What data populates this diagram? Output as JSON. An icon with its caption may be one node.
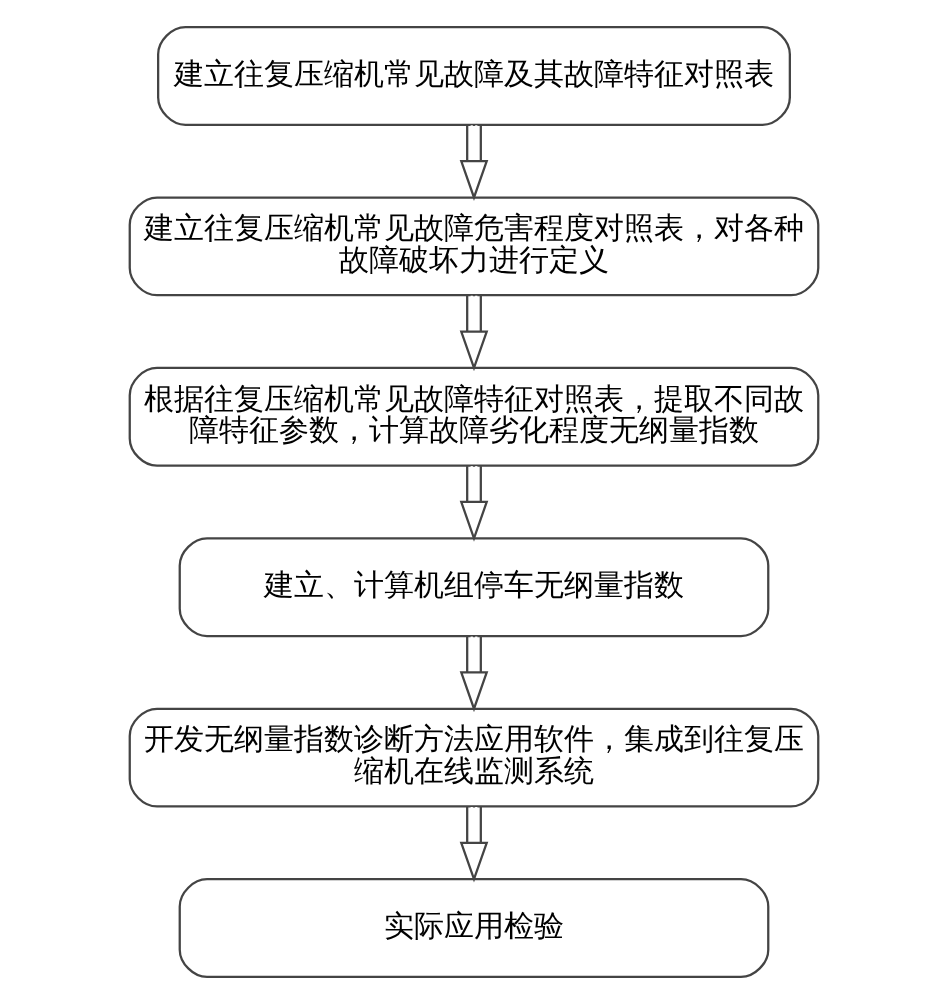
{
  "diagram": {
    "nodes": [
      {
        "text": [
          "建立往复压缩机常见故障及其故障特征对照表"
        ]
      },
      {
        "text": [
          "建立往复压缩机常见故障危害程度对照表，对各种故障破坏力进行定义"
        ]
      },
      {
        "text": [
          "根据往复压缩机常见故障特征对照表，提取不同故障特征参数，计算故障劣化程度无纲量指数"
        ]
      },
      {
        "text": [
          "建立、计算机组停车无纲量指数"
        ]
      },
      {
        "text": [
          "开发无纲量指数诊断方法应用软件，集成到往复压缩机在线监测系统"
        ]
      },
      {
        "text": [
          "实际应用检验"
        ]
      }
    ],
    "edges": [
      {
        "from": 0,
        "to": 1,
        "arrow": "to"
      },
      {
        "from": 1,
        "to": 2,
        "arrow": "to"
      },
      {
        "from": 2,
        "to": 3,
        "arrow": "to"
      },
      {
        "from": 3,
        "to": 4,
        "arrow": "to"
      },
      {
        "from": 4,
        "to": 5,
        "arrow": "to"
      }
    ]
  }
}
